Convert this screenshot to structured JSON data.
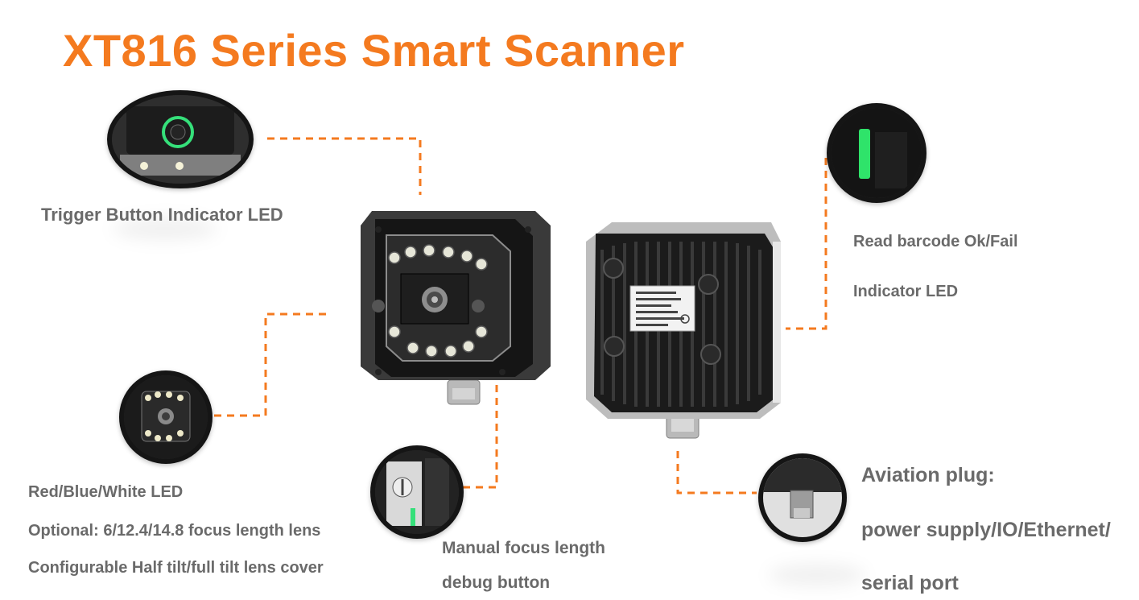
{
  "title": "XT816 Series Smart Scanner",
  "accent_color": "#f47a1f",
  "label_color": "#6a6a6a",
  "callouts": {
    "trigger": "Trigger Button Indicator LED",
    "read_line1": "Read barcode Ok/Fail",
    "read_line2": "Indicator LED",
    "led_line1": "Red/Blue/White LED",
    "led_line2": "Optional: 6/12.4/14.8 focus length lens",
    "led_line3": "Configurable Half tilt/full tilt lens cover",
    "focus_line1": "Manual focus length",
    "focus_line2": "debug button",
    "plug_line1": "Aviation plug:",
    "plug_line2": "power supply/IO/Ethernet/",
    "plug_line3": "serial port"
  },
  "icons": {
    "trigger": "trigger-led-closeup-icon",
    "status": "status-led-closeup-icon",
    "lens": "led-lens-closeup-icon",
    "focus": "focus-knob-closeup-icon",
    "plug": "aviation-plug-closeup-icon"
  }
}
